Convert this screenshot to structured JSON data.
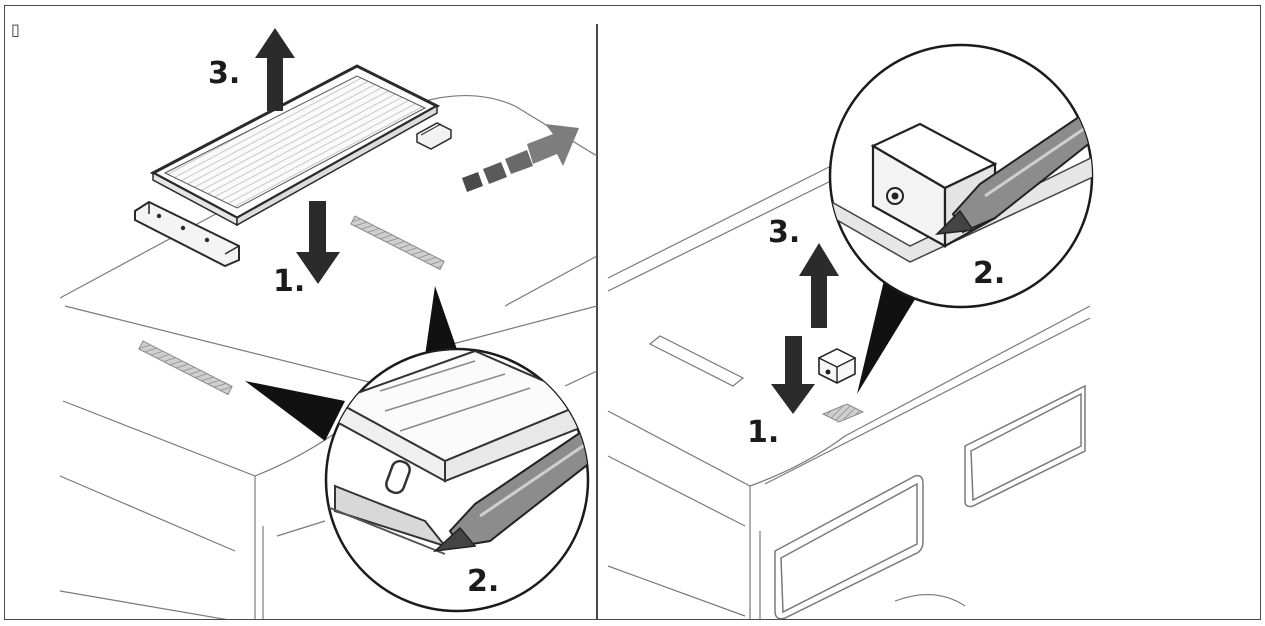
{
  "corner_glyph": "▯",
  "left_panel": {
    "steps": {
      "lift": "3.",
      "press": "1.",
      "detail": "2."
    }
  },
  "right_panel": {
    "steps": {
      "lift": "3.",
      "press": "1.",
      "detail": "2."
    }
  },
  "colors": {
    "line": "#6f6f6f",
    "arrow": "#2b2b2b",
    "callout": "#111111",
    "slot": "#a9a9a9",
    "direction_arrow": "#7d7d7d"
  }
}
